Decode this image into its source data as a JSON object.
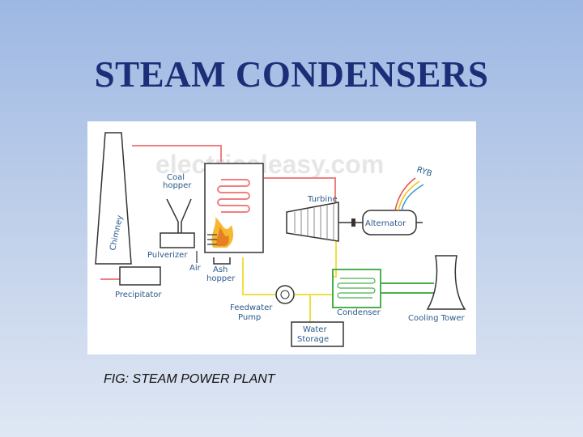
{
  "slide": {
    "title": "STEAM CONDENSERS",
    "caption": "FIG: STEAM POWER PLANT"
  },
  "diagram": {
    "watermark": "electricaleasy.com",
    "labels": {
      "chimney": "Chimney",
      "coal_hopper_1": "Coal",
      "coal_hopper_2": "hopper",
      "pulverizer": "Pulverizer",
      "air": "Air",
      "ash_hopper_1": "Ash",
      "ash_hopper_2": "hopper",
      "precipitator": "Precipitator",
      "turbine": "Turbine",
      "alternator": "Alternator",
      "ryb": "RYB",
      "feedwater_pump_1": "Feedwater",
      "feedwater_pump_2": "Pump",
      "condenser": "Condenser",
      "water_storage_1": "Water",
      "water_storage_2": "Storage",
      "cooling_tower": "Cooling Tower"
    },
    "colors": {
      "steam_pipe": "#f08080",
      "water_pipe": "#f0e040",
      "cooling_pipe": "#4caf50",
      "outline": "#333333",
      "label": "#2a5a8a"
    }
  }
}
